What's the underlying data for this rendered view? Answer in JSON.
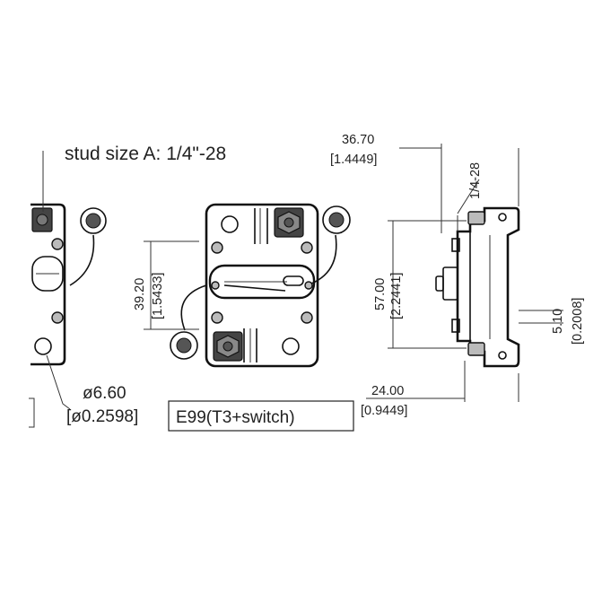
{
  "labels": {
    "stud_size": "stud size A: 1/4\"-28",
    "model_box": "E99(T3+switch)",
    "hole_mm": "ø6.60",
    "hole_in": "[ø0.2598]"
  },
  "dimensions": {
    "width_top_mm": "36.70",
    "width_top_in": "[1.4449]",
    "thread_spec": "1/4-28",
    "stud_spacing_mm": "39.20",
    "stud_spacing_in": "[1.5433]",
    "height_mm": "57.00",
    "height_in": "[2.2441]",
    "flange_mm": "5.10",
    "flange_in": "[0.2008]",
    "depth_mm": "24.00",
    "depth_in": "[0.9449]"
  },
  "colors": {
    "line": "#111111",
    "dim_text": "#333333"
  }
}
